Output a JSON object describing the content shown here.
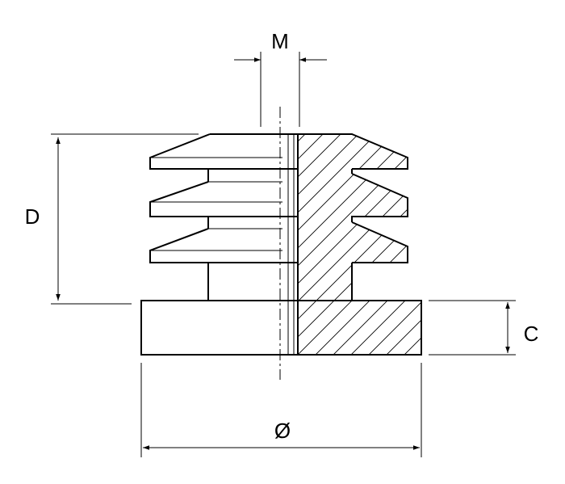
{
  "dimensions": {
    "M": "M",
    "D": "D",
    "C": "C",
    "diameter": "Ø"
  }
}
